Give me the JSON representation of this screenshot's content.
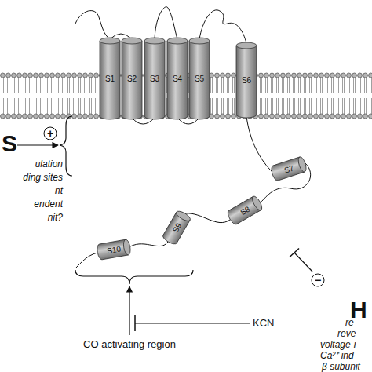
{
  "diagram": {
    "nodes": [
      {
        "text": [
          "S1"
        ]
      },
      {
        "text": [
          "S2"
        ]
      },
      {
        "text": [
          "S3"
        ]
      },
      {
        "text": [
          "S4"
        ]
      },
      {
        "text": [
          "S5"
        ]
      },
      {
        "text": [
          "S6"
        ]
      },
      {
        "text": [
          "S7"
        ]
      },
      {
        "text": [
          "S8"
        ]
      },
      {
        "text": [
          "S9"
        ]
      },
      {
        "text": [
          "S10"
        ]
      }
    ],
    "labels": [
      "S",
      "+",
      "ulation",
      "ding sites",
      "nt",
      "endent",
      "nit?",
      "H",
      "−",
      "re",
      "reve",
      "voltage-i",
      "Ca²⁺ ind",
      "β subunit",
      "CO activating region",
      "KCN"
    ]
  }
}
